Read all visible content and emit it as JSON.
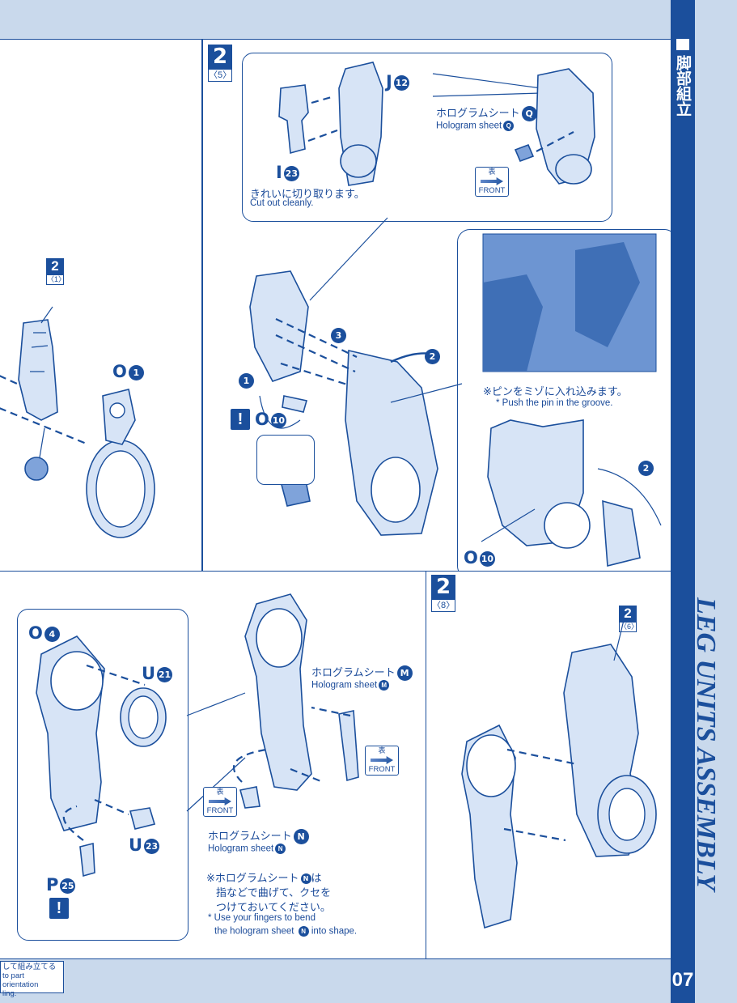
{
  "sidebar": {
    "section_jp": "脚部組立",
    "title_en": "LEG UNITS ASSEMBLY",
    "page_number": "07"
  },
  "colors": {
    "primary": "#1b4f9c",
    "background": "#c9d9ec",
    "part_fill": "#d7e4f6"
  },
  "bottom_left_note": {
    "line1": "して組み立てる",
    "line2": "to part orientation",
    "line3": "ling."
  },
  "panel_left_top": {
    "sub_badge": {
      "num": "2",
      "sub": "〈1〉"
    },
    "part_o1": {
      "letter": "O",
      "num": "1"
    }
  },
  "step_5": {
    "badge": {
      "num": "2",
      "sub": "〈5〉"
    },
    "part_j12": {
      "letter": "J",
      "num": "12"
    },
    "part_i23": {
      "letter": "I",
      "num": "23"
    },
    "cut_jp": "きれいに切り取ります。",
    "cut_en": "Cut out cleanly.",
    "hologram_q_jp": "ホログラムシート",
    "hologram_q_letter": "Q",
    "hologram_q_en": "Hologram sheet",
    "front_box": {
      "kanji": "表",
      "label": "FRONT"
    },
    "order_markers": [
      "1",
      "2",
      "3"
    ],
    "part_o10": {
      "letter": "O",
      "num": "10"
    },
    "pin_jp": "※ピンをミゾに入れ込みます。",
    "pin_en": "* Push the pin in the groove.",
    "detail_marker": "2",
    "detail_o10": {
      "letter": "O",
      "num": "10"
    }
  },
  "step_lower_left": {
    "part_o4": {
      "letter": "O",
      "num": "4"
    },
    "part_u21": {
      "letter": "U",
      "num": "21"
    },
    "part_u23": {
      "letter": "U",
      "num": "23"
    },
    "part_p25": {
      "letter": "P",
      "num": "25"
    },
    "hologram_m_jp": "ホログラムシート",
    "hologram_m_letter": "M",
    "hologram_m_en": "Hologram sheet",
    "hologram_n_jp": "ホログラムシート",
    "hologram_n_letter": "N",
    "hologram_n_en": "Hologram sheet",
    "front_box": {
      "kanji": "表",
      "label": "FRONT"
    },
    "note_jp_1": "※ホログラムシート",
    "note_jp_letter": "N",
    "note_jp_1b": "は",
    "note_jp_2": "指などで曲げて、クセを",
    "note_jp_3": "つけておいてください。",
    "note_en_1": "* Use your fingers to bend",
    "note_en_2a": "the hologram sheet",
    "note_en_2b": "into shape."
  },
  "step_8": {
    "badge": {
      "num": "2",
      "sub": "〈8〉"
    },
    "sub_badge": {
      "num": "2",
      "sub": "〈6〉"
    }
  }
}
